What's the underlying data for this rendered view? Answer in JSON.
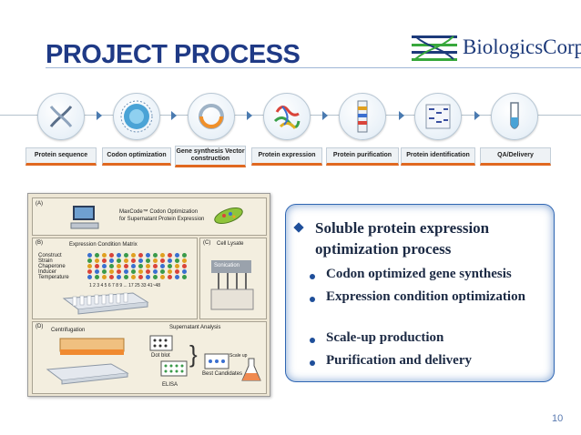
{
  "slide": {
    "title": "PROJECT PROCESS",
    "page_number": "10",
    "logo": {
      "text": "BiologicsCorp",
      "icon": "dna-logo-icon",
      "color": "#1d3a7a",
      "accent": "#38a83c"
    }
  },
  "process": {
    "steps": [
      {
        "label": "Protein sequence",
        "icon": "dna-helix-icon"
      },
      {
        "label": "Codon optimization",
        "icon": "sphere-icon"
      },
      {
        "label": "Gene synthesis Vector construction",
        "icon": "plasmid-ring-icon"
      },
      {
        "label": "Protein expression",
        "icon": "protein-structure-icon"
      },
      {
        "label": "Protein purification",
        "icon": "chromatography-column-icon"
      },
      {
        "label": "Protein identification",
        "icon": "gel-blot-icon"
      },
      {
        "label": "QA/Delivery",
        "icon": "test-tube-icon"
      }
    ],
    "accent_color": "#e06820"
  },
  "figure": {
    "panel_a": {
      "tag": "(A)",
      "caption_line1": "MaxCode™ Codon Optimization",
      "caption_line2": "for Supernatant Protein Expression"
    },
    "panel_b": {
      "tag": "(B)",
      "title": "Expression Condition Matrix",
      "rows": [
        "Construct",
        "Strain",
        "Chaperone",
        "Inducer",
        "Temperature"
      ],
      "cols": "1  2  3  4  5  6  7  8  9  ...  17  25  33  41~48"
    },
    "panel_c": {
      "tag": "(C)",
      "title": "Cell Lysate",
      "sonication": "Sonication"
    },
    "panel_d": {
      "tag": "(D)",
      "centrifugation": "Centrifugation",
      "supernatant": "Supernatant Analysis",
      "dot_blot": "Dot blot",
      "best": "Best Candidates",
      "elisa": "ELISA",
      "scale_up": "Scale up"
    }
  },
  "summary": {
    "main": "Soluble protein expression optimization process",
    "items": [
      "Codon optimized gene synthesis",
      "Expression condition optimization",
      "Scale-up production",
      "Purification and delivery"
    ]
  }
}
